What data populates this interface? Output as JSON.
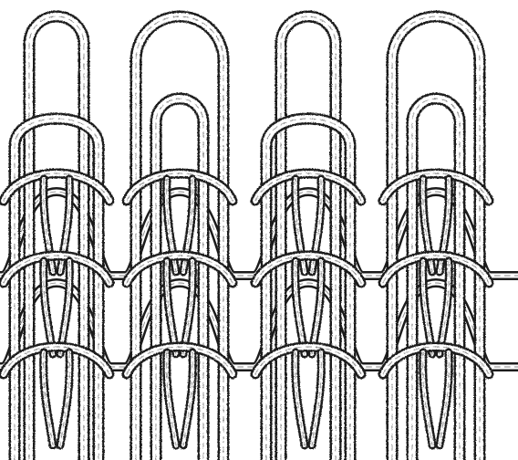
{
  "figure": {
    "subject": "knit-stitch-loop-structure",
    "columns": [
      {
        "id": "wale-1",
        "tuck_loop": false
      },
      {
        "id": "wale-2",
        "tuck_loop": true
      },
      {
        "id": "wale-3",
        "tuck_loop": false
      },
      {
        "id": "wale-4",
        "tuck_loop": true
      }
    ],
    "course_count": 3,
    "colors": {
      "ink": "#1c1c1c",
      "paper": "#ffffff",
      "gray": "#8a8a8a"
    }
  }
}
